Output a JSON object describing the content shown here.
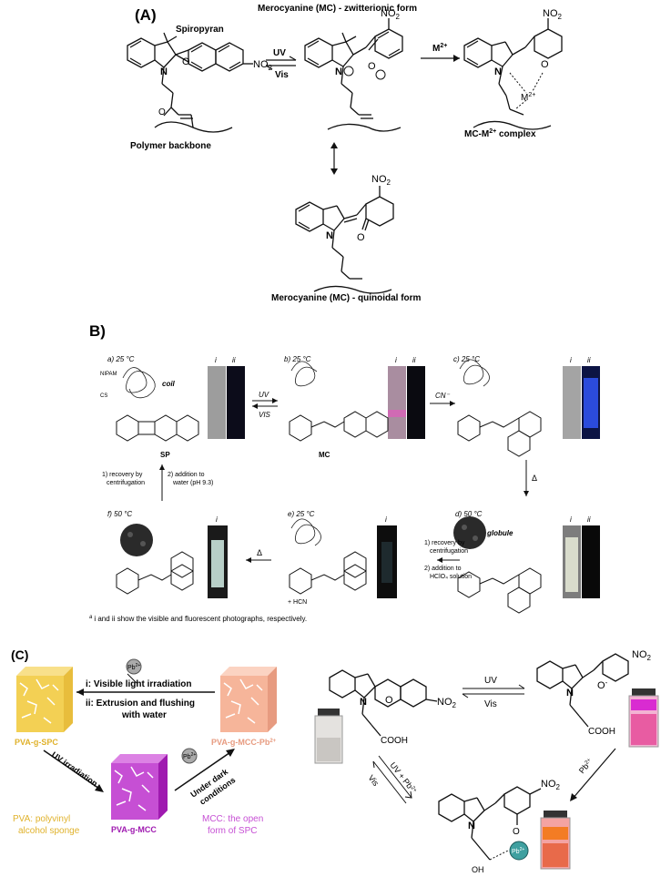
{
  "panelA": {
    "label": "(A)",
    "spiropyran": "Spiropyran",
    "mc_zwitterionic": "Merocyanine (MC) - zwitterionic form",
    "mc_quinoidal": "Merocyanine (MC) - quinoidal form",
    "polymer_backbone": "Polymer backbone",
    "mc_complex_prefix": "MC-M",
    "mc_complex_charge": "2+",
    "mc_complex_suffix": " complex",
    "uv": "UV",
    "vis": "Vis",
    "metal": "M",
    "metal_charge": "2+",
    "no2": "NO",
    "no2_sub": "2",
    "n_atom": "N",
    "o_atom": "O"
  },
  "panelB": {
    "label": "B)",
    "a_state": "a) 25 °C",
    "b_state": "b) 25 °C",
    "c_state": "c) 25 °C",
    "d_state": "d) 50 °C",
    "e_state": "e) 25 °C",
    "f_state": "f) 50 °C",
    "nipam": "NIPAM",
    "cs": "CS",
    "coil": "coil",
    "globule": "globule",
    "sp": "SP",
    "mc": "MC",
    "uv": "UV",
    "vis": "VIS",
    "cn": "CN⁻",
    "delta": "Δ",
    "hcn": "+ HCN",
    "photo_i": "i",
    "photo_ii": "ii",
    "recovery1": "1) recovery by",
    "recovery1b": "centrifugation",
    "addition_water": "2) addition to",
    "addition_water_b": "water (pH 9.3)",
    "recovery2": "1) recovery by",
    "recovery2b": "centrifugation",
    "addition_hclo4": "2) addition to",
    "addition_hclo4_b": "HClO₄ solution",
    "footnote": "i and ii show the visible and fluorescent photographs, respectively.",
    "footnote_mark": "a"
  },
  "panelC": {
    "label": "(C)",
    "pb": "Pb",
    "pb_charge": "2+",
    "step_i": "i: Visible light irradiation",
    "step_ii_a": "ii: Extrusion and flushing",
    "step_ii_b": "with water",
    "pva_spc": "PVA-g-SPC",
    "pva_mcc_pb": "PVA-g-MCC-Pb",
    "pva_mcc_pb_charge": "2+",
    "pva_mcc": "PVA-g-MCC",
    "uv_irradiation": "UV irradiation",
    "under_dark": "Under dark",
    "conditions": "conditions",
    "pva_def_a": "PVA: polyvinyl",
    "pva_def_b": "alcohol sponge",
    "mcc_def_a": "MCC: the open",
    "mcc_def_b": "form of SPC",
    "uv": "UV",
    "vis": "Vis",
    "uv_pb": "UV + Pb",
    "uv_pb_charge": "2+",
    "vis2": "Vis",
    "pb_arrow": "Pb",
    "pb_arrow_charge": "2+",
    "cooh": "COOH",
    "oh": "OH",
    "no2": "NO",
    "no2_sub": "2",
    "n_atom": "N",
    "o_atom": "O",
    "o_minus": "O",
    "colors": {
      "yellow": "#f3d054",
      "salmon": "#f6b59a",
      "magenta": "#c64fd4",
      "dark_magenta": "#9f1ab0",
      "pink_vial": "#e85ca2",
      "orange_vial": "#e86a4a",
      "grey_vial": "#c9c6c2"
    }
  }
}
